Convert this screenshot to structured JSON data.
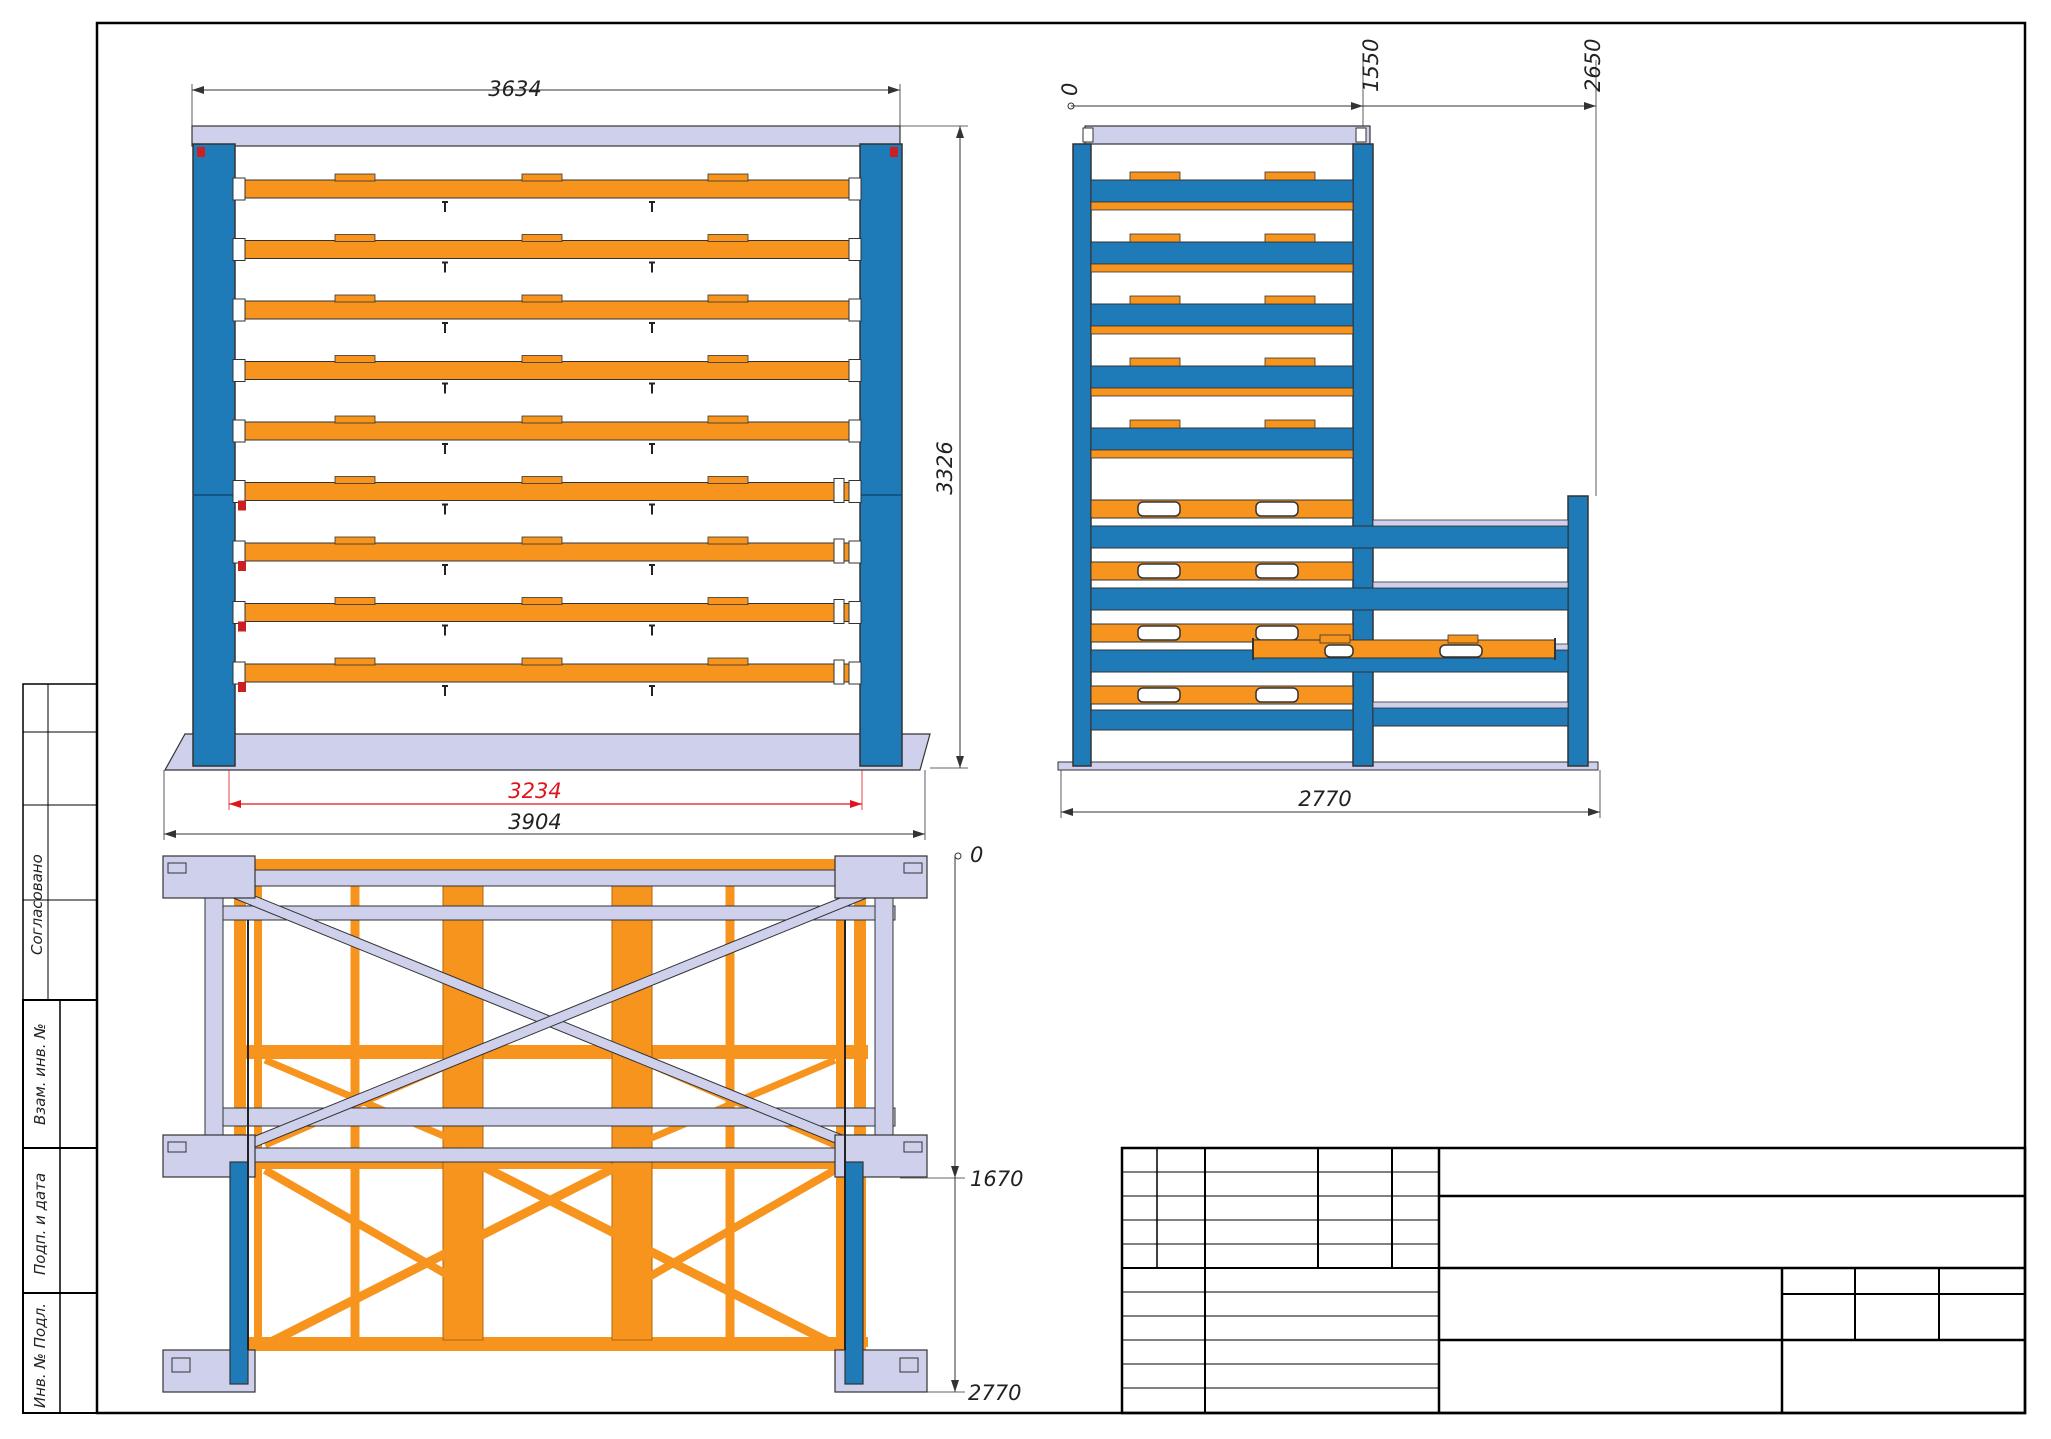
{
  "colors": {
    "orange": "#f7941d",
    "blue": "#1f7ab8",
    "lilac": "#cfd1ec",
    "red_dim": "#e0141e",
    "red_part": "#cc1f24"
  },
  "front_view": {
    "dim_top": "3634",
    "dim_height": "3326",
    "dim_inner": "3234",
    "dim_base": "3904",
    "shelf_count": 9
  },
  "side_view": {
    "dim_origin": "0",
    "dim_1550": "1550",
    "dim_2650": "2650",
    "dim_width": "2770"
  },
  "plan_view": {
    "dim_origin": "0",
    "dim_1670": "1670",
    "dim_2770": "2770"
  },
  "stamp_column": {
    "agreed": "Согласовано",
    "inv_replacement": "Взам. инв. №",
    "signature_date": "Подп. и дата",
    "inv_original": "Инв. № Подл."
  }
}
